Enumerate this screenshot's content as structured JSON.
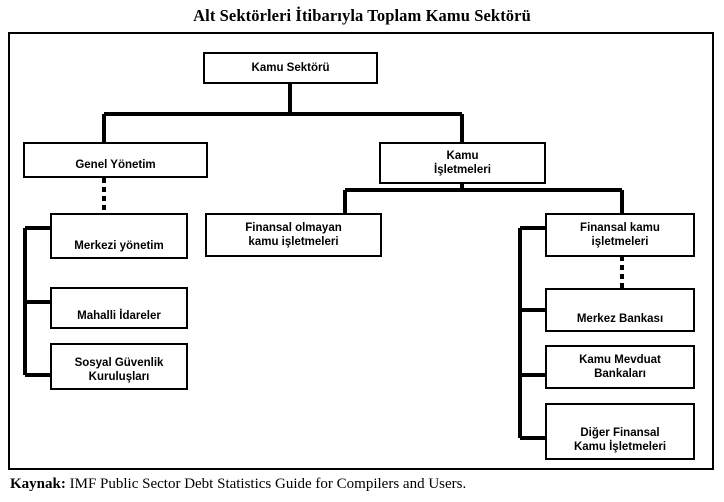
{
  "title": "Alt Sektörleri İtibarıyla Toplam Kamu Sektörü",
  "caption": {
    "label": "Kaynak:",
    "text": " IMF Public Sector Debt Statistics Guide for Compilers and Users."
  },
  "colors": {
    "line": "#000000",
    "box_border": "#000000",
    "box_fill": "#ffffff",
    "background": "#ffffff",
    "text": "#000000"
  },
  "chart_data": {
    "type": "diagram",
    "subtype": "organizational-hierarchy-tree",
    "title": "Alt Sektörleri İtibarıyla Toplam Kamu Sektörü",
    "orientation": "top-down",
    "nodes": [
      {
        "id": "kamu-sektoru",
        "label": "Kamu Sektörü",
        "lines": [
          "Kamu Sektörü"
        ],
        "level": 0
      },
      {
        "id": "genel-yonetim",
        "label": "Genel Yönetim",
        "lines": [
          "Genel Yönetim"
        ],
        "level": 1
      },
      {
        "id": "kamu-isletmeleri",
        "label": "Kamu İşletmeleri",
        "lines": [
          "Kamu",
          "İşletmeleri"
        ],
        "level": 1
      },
      {
        "id": "merkezi-yonetim",
        "label": "Merkezi yönetim",
        "lines": [
          "Merkezi yönetim"
        ],
        "level": 2
      },
      {
        "id": "mahalli-idareler",
        "label": "Mahalli İdareler",
        "lines": [
          "Mahalli İdareler"
        ],
        "level": 2
      },
      {
        "id": "sosyal-guvenlik",
        "label": "Sosyal Güvenlik Kuruluşları",
        "lines": [
          "Sosyal Güvenlik",
          "Kuruluşları"
        ],
        "level": 2
      },
      {
        "id": "finansal-olmayan",
        "label": "Finansal olmayan kamu işletmeleri",
        "lines": [
          "Finansal olmayan",
          "kamu işletmeleri"
        ],
        "level": 2
      },
      {
        "id": "finansal-kamu",
        "label": "Finansal kamu işletmeleri",
        "lines": [
          "Finansal kamu",
          "işletmeleri"
        ],
        "level": 2
      },
      {
        "id": "merkez-bankasi",
        "label": "Merkez Bankası",
        "lines": [
          "Merkez Bankası"
        ],
        "level": 3
      },
      {
        "id": "kamu-mevduat-bankalari",
        "label": "Kamu Mevduat Bankaları",
        "lines": [
          "Kamu Mevduat",
          "Bankaları"
        ],
        "level": 3
      },
      {
        "id": "diger-finansal",
        "label": "Diğer Finansal Kamu İşletmeleri",
        "lines": [
          "Diğer Finansal",
          "Kamu İşletmeleri"
        ],
        "level": 3
      }
    ],
    "edges": [
      {
        "from": "kamu-sektoru",
        "to": "genel-yonetim",
        "style": "solid"
      },
      {
        "from": "kamu-sektoru",
        "to": "kamu-isletmeleri",
        "style": "solid"
      },
      {
        "from": "genel-yonetim",
        "to": "merkezi-yonetim",
        "style": "dashed-bracket"
      },
      {
        "from": "genel-yonetim",
        "to": "mahalli-idareler",
        "style": "dashed-bracket"
      },
      {
        "from": "genel-yonetim",
        "to": "sosyal-guvenlik",
        "style": "dashed-bracket"
      },
      {
        "from": "kamu-isletmeleri",
        "to": "finansal-olmayan",
        "style": "solid"
      },
      {
        "from": "kamu-isletmeleri",
        "to": "finansal-kamu",
        "style": "solid"
      },
      {
        "from": "finansal-kamu",
        "to": "merkez-bankasi",
        "style": "dashed-bracket"
      },
      {
        "from": "finansal-kamu",
        "to": "kamu-mevduat-bankalari",
        "style": "dashed-bracket"
      },
      {
        "from": "finansal-kamu",
        "to": "diger-finansal",
        "style": "dashed-bracket"
      }
    ]
  }
}
